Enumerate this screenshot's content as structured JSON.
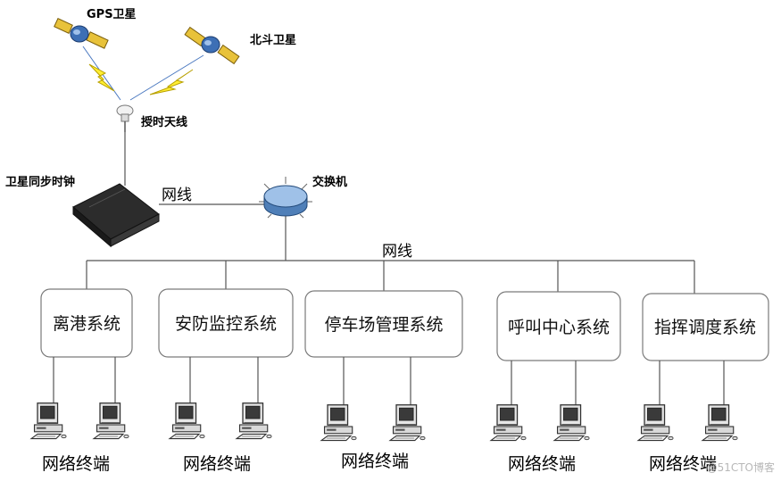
{
  "satellites": {
    "gps_label": "GPS卫星",
    "beidou_label": "北斗卫星"
  },
  "antenna": {
    "label": "授时天线"
  },
  "clock": {
    "label": "卫星同步时钟"
  },
  "switch": {
    "label": "交换机"
  },
  "links": {
    "clock_to_switch": "网线",
    "switch_to_bus": "网线"
  },
  "systems": [
    {
      "label": "离港系统",
      "terminal_label": "网络终端"
    },
    {
      "label": "安防监控系统",
      "terminal_label": "网络终端"
    },
    {
      "label": "停车场管理系统",
      "terminal_label": "网络终端"
    },
    {
      "label": "呼叫中心系统",
      "terminal_label": "网络终端"
    },
    {
      "label": "指挥调度系统",
      "terminal_label": "网络终端"
    }
  ],
  "watermark": "@51CTO博客"
}
